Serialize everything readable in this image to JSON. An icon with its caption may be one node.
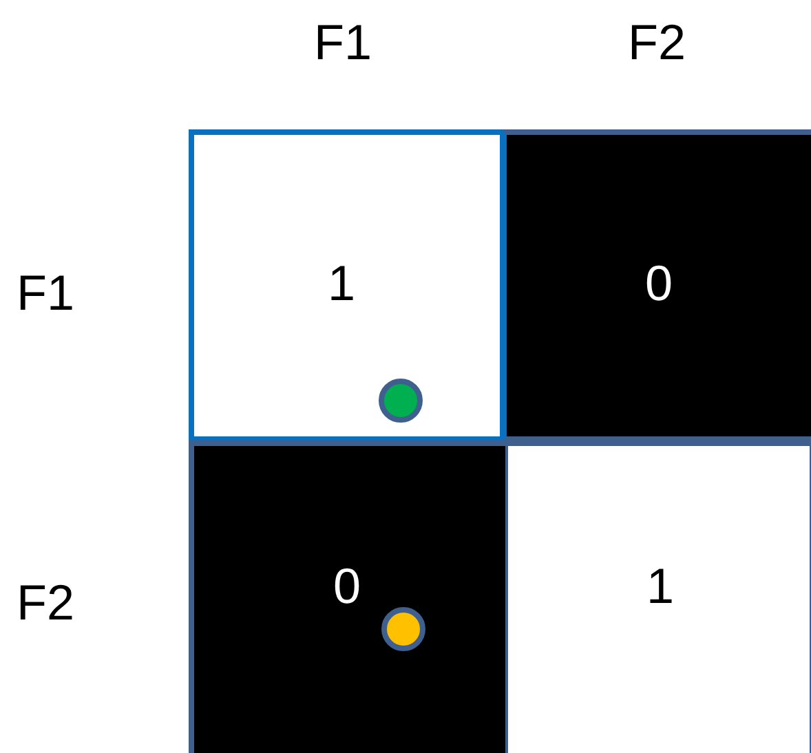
{
  "diagram": {
    "nodes": [
      {
        "text": [
          "1"
        ]
      },
      {
        "text": [
          "0"
        ]
      },
      {
        "text": [
          "0"
        ]
      },
      {
        "text": [
          "1"
        ]
      }
    ],
    "labels": [
      "F1",
      "F2",
      "F1",
      "F2"
    ]
  }
}
